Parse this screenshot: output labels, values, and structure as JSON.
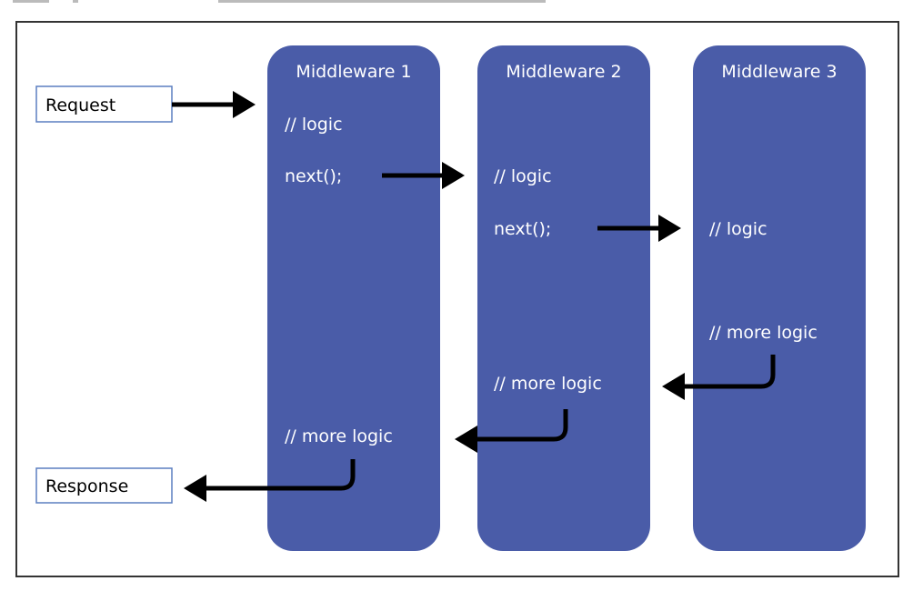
{
  "colors": {
    "middleware_fill": "#4a5ca8",
    "box_border": "#5b7fc0",
    "arrow": "#000000",
    "frame": "#333333"
  },
  "request_label": "Request",
  "response_label": "Response",
  "middlewares": [
    {
      "title": "Middleware 1",
      "logic": "// logic",
      "next": "next();",
      "more_logic": "// more logic"
    },
    {
      "title": "Middleware 2",
      "logic": "// logic",
      "next": "next();",
      "more_logic": "// more logic"
    },
    {
      "title": "Middleware 3",
      "logic": "// logic",
      "more_logic": "// more logic"
    }
  ]
}
